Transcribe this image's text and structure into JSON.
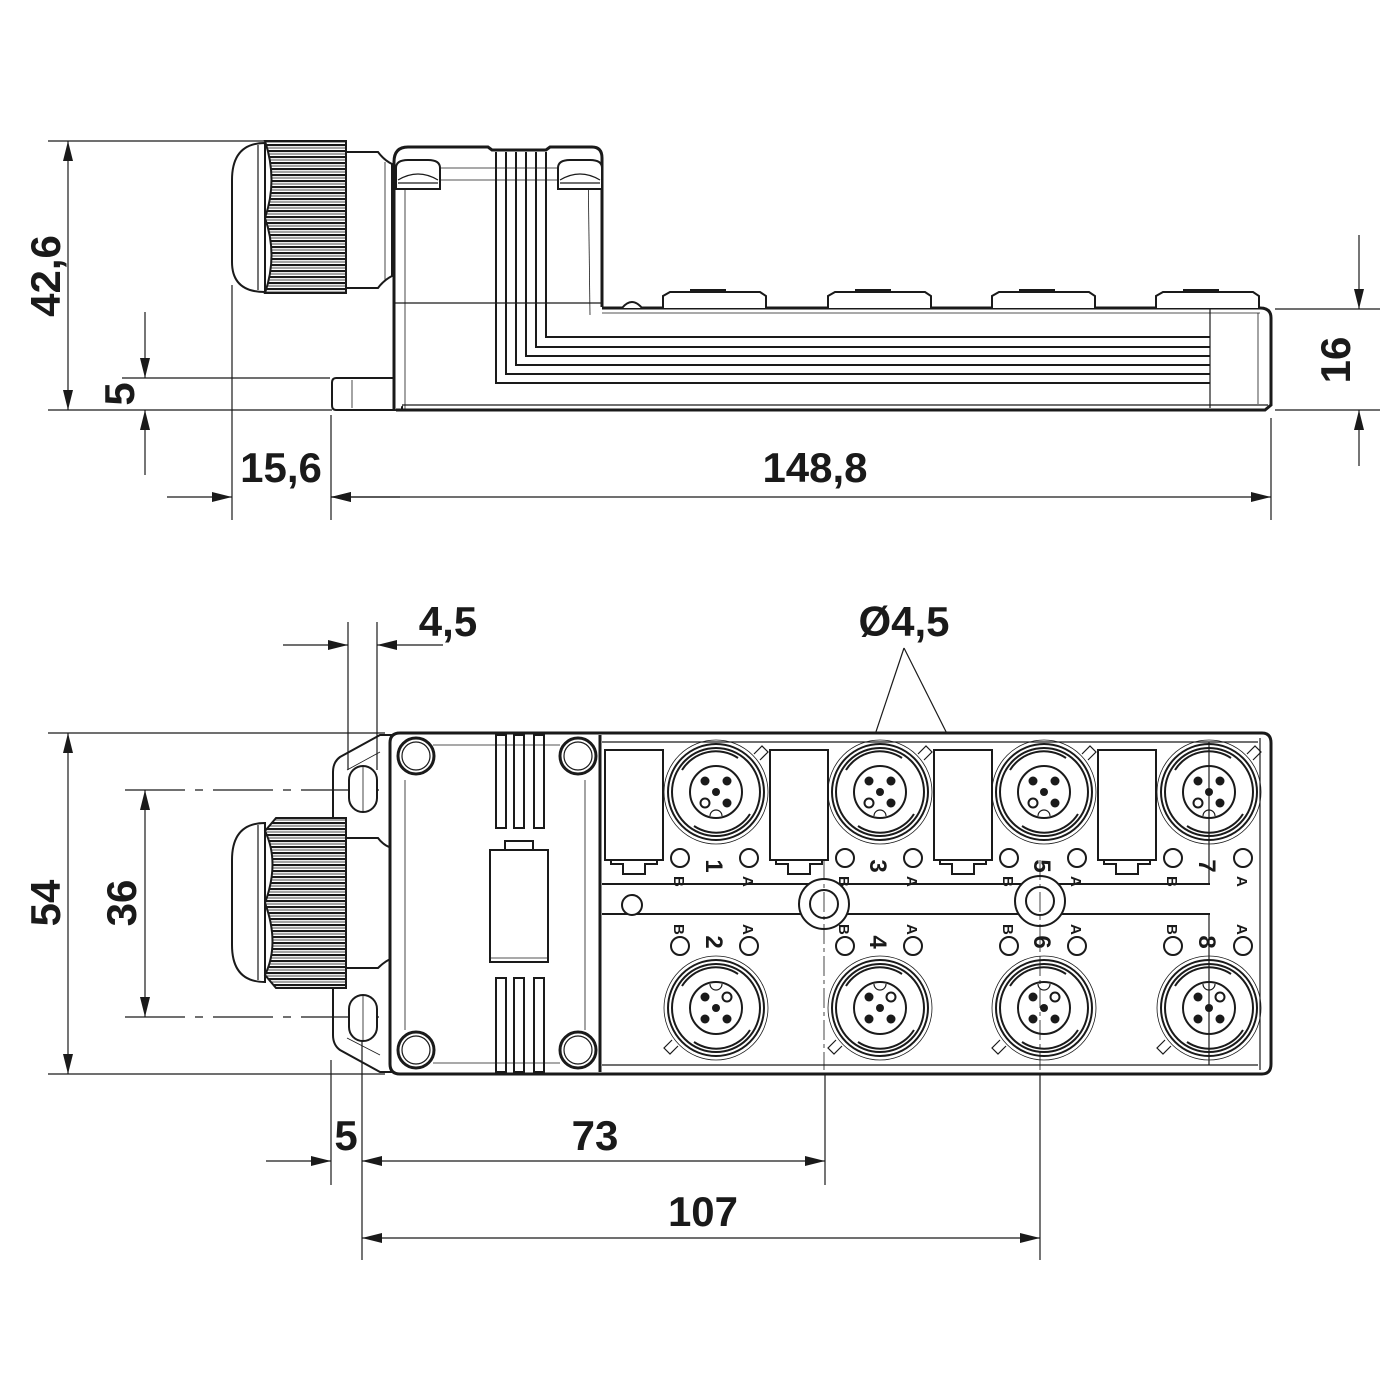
{
  "drawing": {
    "subject": "8-port M12 sensor/actuator box with cable gland",
    "units": "mm",
    "colors": {
      "line": "#1a1a1a",
      "background": "#ffffff"
    }
  },
  "side_view": {
    "dimensions": {
      "overall_height": "42,6",
      "base_flange_height": "5",
      "body_height": "16",
      "gland_projection": "15,6",
      "body_length": "148,8"
    }
  },
  "top_view": {
    "dimensions": {
      "mount_hole_offset": "4,5",
      "hole_diameter": "Ø4,5",
      "overall_width": "54",
      "mount_hole_spacing": "36",
      "edge_offset": "5",
      "hole1_distance": "73",
      "hole2_distance": "107"
    },
    "ports": [
      {
        "number": "1",
        "led_left": "B",
        "led_right": "A",
        "row": "top"
      },
      {
        "number": "3",
        "led_left": "B",
        "led_right": "A",
        "row": "top"
      },
      {
        "number": "5",
        "led_left": "B",
        "led_right": "A",
        "row": "top"
      },
      {
        "number": "7",
        "led_left": "B",
        "led_right": "A",
        "row": "top"
      },
      {
        "number": "2",
        "led_left": "B",
        "led_right": "A",
        "row": "bottom"
      },
      {
        "number": "4",
        "led_left": "B",
        "led_right": "A",
        "row": "bottom"
      },
      {
        "number": "6",
        "led_left": "B",
        "led_right": "A",
        "row": "bottom"
      },
      {
        "number": "8",
        "led_left": "B",
        "led_right": "A",
        "row": "bottom"
      }
    ]
  }
}
